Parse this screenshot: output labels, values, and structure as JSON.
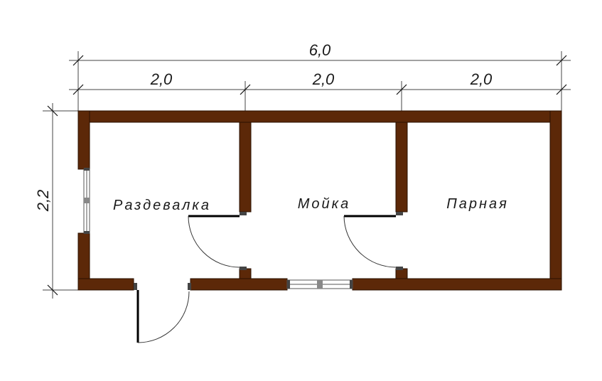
{
  "dimensions": {
    "total_length": "6,0",
    "section_1": "2,0",
    "section_2": "2,0",
    "section_3": "2,0",
    "width": "2,2"
  },
  "rooms": [
    {
      "label": "Раздевалка"
    },
    {
      "label": "Мойка"
    },
    {
      "label": "Парная"
    }
  ],
  "colors": {
    "wall": "#5c2808",
    "background": "#ffffff"
  }
}
